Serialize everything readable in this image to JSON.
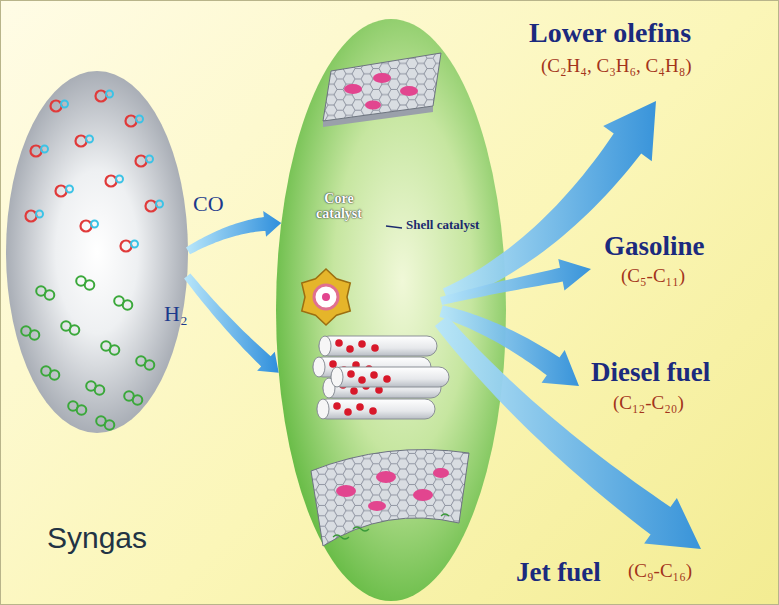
{
  "diagram": {
    "nodes": [
      {
        "text": [
          "Syngas"
        ]
      },
      {
        "text": []
      },
      {
        "text": [
          "Core catalyst"
        ],
        "in": 1
      }
    ],
    "edges": [
      {
        "from": 0,
        "to": 1,
        "label": "CO",
        "arrow": "to"
      },
      {
        "from": 0,
        "to": 1,
        "label": "H₂",
        "arrow": "to"
      }
    ],
    "labels": [
      "Shell catalyst",
      "Lower olefins",
      "(C₂H₄, C₃H₆, C₄H₈)",
      "Gasoline",
      "(C₅-C₁₁)",
      "Diesel fuel",
      "(C₁₂-C₂₀)",
      "Jet fuel",
      "(C₉-C₁₆)"
    ]
  }
}
